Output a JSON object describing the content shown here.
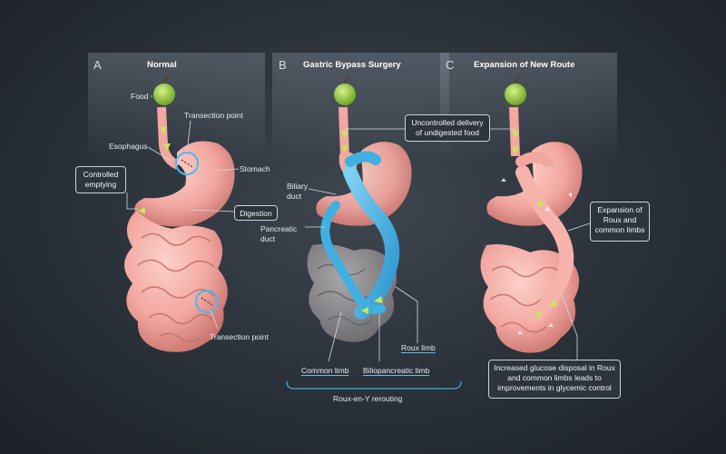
{
  "panels": [
    {
      "letter": "A",
      "title": "Normal"
    },
    {
      "letter": "B",
      "title": "Gastric Bypass Surgery"
    },
    {
      "letter": "C",
      "title": "Expansion of New Route"
    }
  ],
  "labels": {
    "food": "Food",
    "transection_point_top": "Transection point",
    "esophagus": "Esophagus",
    "stomach": "Stomach",
    "controlled_emptying": "Controlled emptying",
    "digestion": "Digestion",
    "transection_point_bottom": "Transection point",
    "uncontrolled_delivery": "Uncontrolled delivery of undigested food",
    "biliary_duct": "Biliary duct",
    "pancreatic_duct": "Pancreatic duct",
    "roux_limb": "Roux limb",
    "common_limb": "Common limb",
    "biliopancreatic_limb": "Biliopancreatic limb",
    "roux_en_y": "Roux-en-Y rerouting",
    "expansion_limbs": "Expansion of Roux and common limbs",
    "glucose_disposal": "Increased glucose disposal in Roux and common limbs leads to improvements in glycemic control"
  },
  "colors": {
    "tissue": "#f2a7a0",
    "tissue_dark": "#d9827c",
    "bypassed": "#8a8a8e",
    "roux_blue": "#3fb0e0",
    "apple": "#9bd23f",
    "arrow": "#c8e65a"
  }
}
